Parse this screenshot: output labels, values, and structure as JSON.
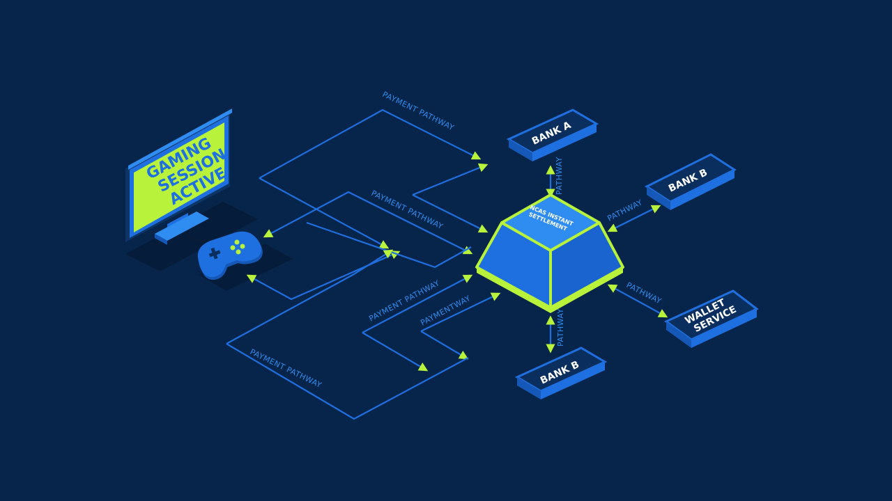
{
  "monitor": {
    "screen_lines": [
      "GAMING",
      "SESSION",
      "ACTIVE"
    ]
  },
  "hub": {
    "label_lines": [
      "NCAS INSTANT",
      "SETTLEMENT"
    ]
  },
  "nodes": {
    "bank_a": "BANK A",
    "bank_b_right": "BANK B",
    "bank_b_bottom": "BANK B",
    "wallet_lines": [
      "WALLET",
      "SERVICE"
    ]
  },
  "path_labels": {
    "top": "PAYMENT PATHWAY",
    "middle": "PAYMENT PATHWAY",
    "lower_a": "PAYMENT PATHWAY",
    "lower_b": "PAYMENTWAY",
    "bottom": "PAYMENT PATHWAY",
    "bank_a_link": "PATHWAY",
    "bank_b_right_link": "PATHWAY",
    "wallet_link": "PATHWAY",
    "bank_b_bottom_link": "PATHWAY"
  },
  "colors": {
    "background": "#07254a",
    "line_blue": "#1e6fe0",
    "accent_lime": "#b8f23a",
    "box_fill": "#0a2f5e"
  },
  "icons": {
    "controller": "gamepad-icon",
    "monitor": "monitor-icon"
  }
}
